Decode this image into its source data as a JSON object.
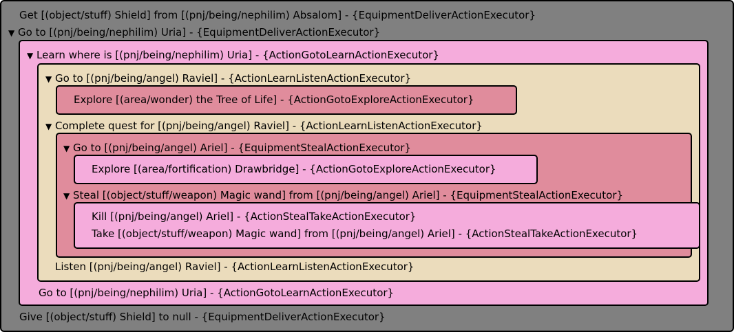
{
  "tree": {
    "arrow": "▼",
    "get_shield": "Get [(object/stuff) Shield] from [(pnj/being/nephilim) Absalom] - {EquipmentDeliverActionExecutor}",
    "goto_uria": "Go to [(pnj/being/nephilim) Uria] - {EquipmentDeliverActionExecutor}",
    "learn_where_uria": "Learn where is [(pnj/being/nephilim) Uria] - {ActionGotoLearnActionExecutor}",
    "goto_raviel": "Go to [(pnj/being/angel) Raviel] - {ActionLearnListenActionExecutor}",
    "explore_tree_of_life": "Explore [(area/wonder) the Tree of Life] - {ActionGotoExploreActionExecutor}",
    "complete_quest_raviel": "Complete quest for [(pnj/being/angel) Raviel] - {ActionLearnListenActionExecutor}",
    "goto_ariel": "Go to [(pnj/being/angel) Ariel] - {EquipmentStealActionExecutor}",
    "explore_drawbridge": "Explore [(area/fortification) Drawbridge] - {ActionGotoExploreActionExecutor}",
    "steal_magic_wand": "Steal [(object/stuff/weapon) Magic wand] from [(pnj/being/angel) Ariel] - {EquipmentStealActionExecutor}",
    "kill_ariel": "Kill [(pnj/being/angel) Ariel] - {ActionStealTakeActionExecutor}",
    "take_magic_wand": "Take [(object/stuff/weapon) Magic wand] from [(pnj/being/angel) Ariel] - {ActionStealTakeActionExecutor}",
    "listen_raviel": "Listen [(pnj/being/angel) Raviel] - {ActionLearnListenActionExecutor}",
    "goto_uria_learn": "Go to [(pnj/being/nephilim) Uria] - {ActionGotoLearnActionExecutor}",
    "give_shield": "Give [(object/stuff) Shield] to null - {EquipmentDeliverActionExecutor}"
  },
  "colors": {
    "root": "#808080",
    "pink": "#f5acdc",
    "tan": "#ebdcbc",
    "rose": "#e08c9c"
  }
}
